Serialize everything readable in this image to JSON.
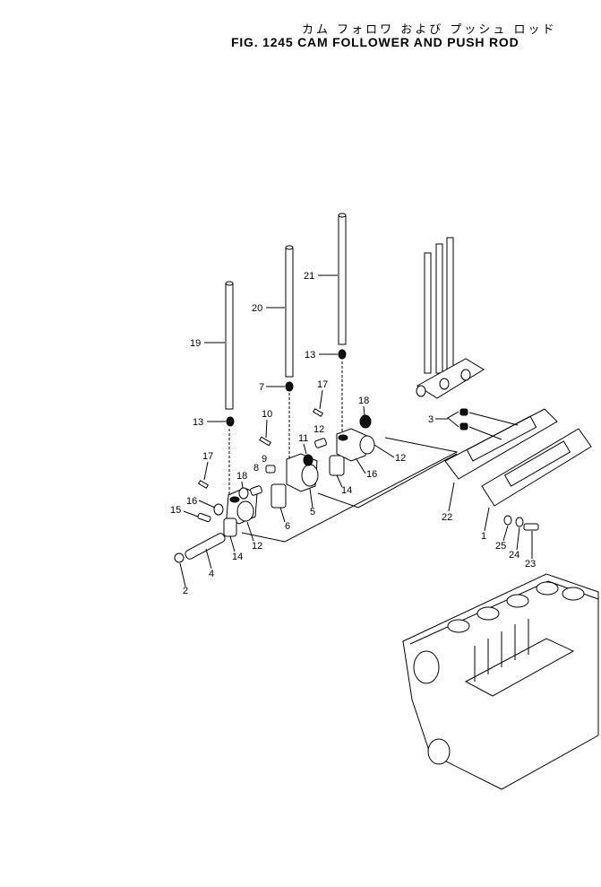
{
  "title": {
    "japanese": "カム フォロワ および プッシュ ロッド",
    "english": "FIG. 1245  CAM FOLLOWER AND PUSH ROD"
  },
  "callouts": [
    "1",
    "2",
    "3",
    "4",
    "5",
    "6",
    "7",
    "8",
    "9",
    "10",
    "11",
    "12",
    "12",
    "13",
    "13",
    "14",
    "14",
    "15",
    "16",
    "16",
    "17",
    "17",
    "18",
    "18",
    "19",
    "20",
    "21",
    "22",
    "23",
    "24",
    "25"
  ]
}
